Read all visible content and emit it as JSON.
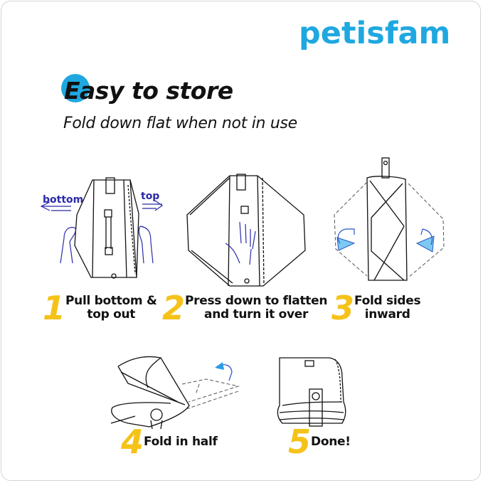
{
  "brand": {
    "name": "petisfam",
    "color": "#1fa8e0"
  },
  "header": {
    "title": "Easy to store",
    "subtitle": "Fold down flat when not in use",
    "accent_dot_color": "#1fa8e0"
  },
  "colors": {
    "step_number": "#f5c218",
    "line_art": "#111111",
    "hand_lines": "#2a2aa8",
    "rotate_arrow": "#6cc4f0"
  },
  "steps": [
    {
      "number": "1",
      "line1": "Pull bottom &",
      "line2": "top out",
      "illustration": "pull-apart-illustration",
      "annotations": {
        "left": "bottom",
        "right": "top"
      }
    },
    {
      "number": "2",
      "line1": "Press down to flatten",
      "line2": "and turn it over",
      "illustration": "press-flat-illustration"
    },
    {
      "number": "3",
      "line1": "Fold sides",
      "line2": "inward",
      "illustration": "fold-sides-illustration"
    },
    {
      "number": "4",
      "line1": "Fold in half",
      "line2": "",
      "illustration": "fold-half-illustration"
    },
    {
      "number": "5",
      "line1": "Done!",
      "line2": "",
      "illustration": "folded-done-illustration"
    }
  ]
}
